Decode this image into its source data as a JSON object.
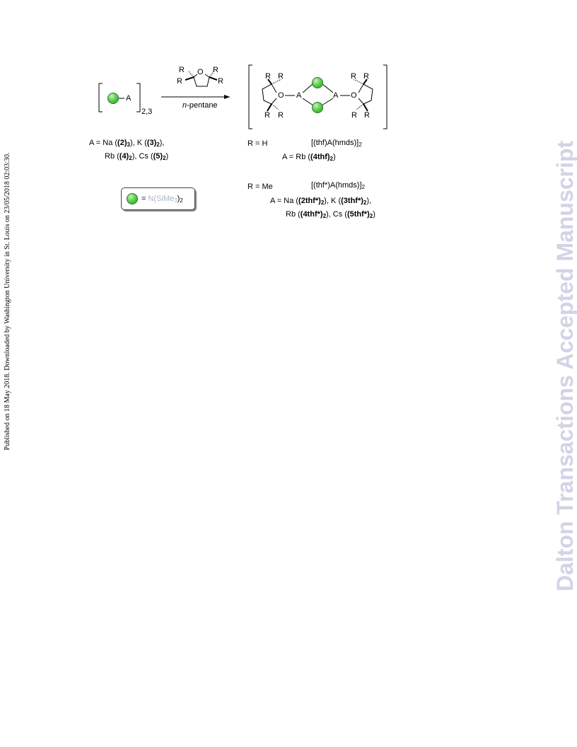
{
  "sidebar_note": "Published on 18 May 2018. Downloaded by Washington University in St. Louis on 23/05/2018 02:03:30.",
  "watermark": "Dalton Transactions Accepted Manuscript",
  "scheme": {
    "reactant": {
      "metal": "A",
      "subscript": "2,3"
    },
    "reagent": {
      "ring_substituent": "R",
      "ring_oxygen": "O",
      "solvent_prefix": "n",
      "solvent_suffix": "-pentane"
    },
    "product": {
      "metal": "A",
      "oxygen": "O",
      "substituent": "R"
    },
    "left_caption": {
      "line1_prefix": "A = Na (",
      "line1_c1": "(2)",
      "line1_c1_sub": "3",
      "line1_mid": "), K (",
      "line1_c2": "(3)",
      "line1_c2_sub": "2",
      "line1_suffix": "),",
      "line2_prefix": "Rb (",
      "line2_c1": "(4)",
      "line2_c1_sub": "2",
      "line2_mid": "), Cs (",
      "line2_c2": "(5)",
      "line2_c2_sub": "2",
      "line2_suffix": ")"
    },
    "case_h": {
      "r_label": "R = H",
      "formula": "[(thf)A(hmds)]",
      "formula_sub": "2",
      "line_prefix": "A = Rb (",
      "compound": "(4thf)",
      "compound_sub": "2",
      "line_suffix": ")"
    },
    "case_me": {
      "r_label": "R = Me",
      "formula": "[(thf*)A(hmds)]",
      "formula_sub": "2",
      "line1_prefix": "A = Na (",
      "line1_c1": "(2thf*)",
      "line1_c1_sub": "2",
      "line1_mid": "), K (",
      "line1_c2": "(3thf*)",
      "line1_c2_sub": "2",
      "line1_suffix": "),",
      "line2_prefix": "Rb (",
      "line2_c1": "(4thf*)",
      "line2_c1_sub": "2",
      "line2_mid": "), Cs (",
      "line2_c2": "(5thf*)",
      "line2_c2_sub": "2",
      "line2_suffix": ")"
    },
    "legend": {
      "equals": "=",
      "ligand": "N(SiMe",
      "ligand_sub": "3",
      "ligand_close": ")",
      "ligand_sub2": "2"
    }
  }
}
